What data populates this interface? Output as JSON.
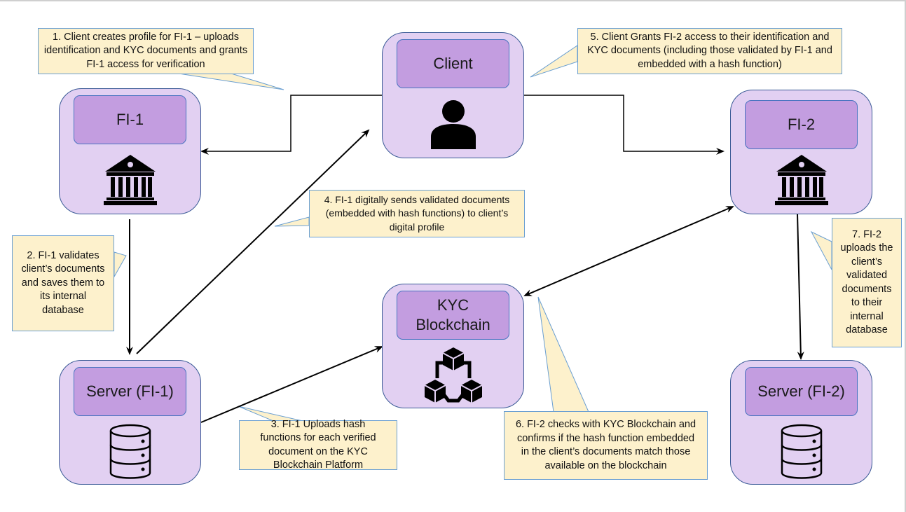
{
  "diagram": {
    "type": "process-flow",
    "nodes": {
      "client": {
        "label": "Client",
        "icon": "person-icon"
      },
      "fi1": {
        "label": "FI-1",
        "icon": "bank-icon"
      },
      "fi2": {
        "label": "FI-2",
        "icon": "bank-icon"
      },
      "server_fi1": {
        "label": "Server (FI-1)",
        "icon": "database-icon"
      },
      "server_fi2": {
        "label": "Server (FI-2)",
        "icon": "database-icon"
      },
      "blockchain": {
        "label": "KYC Blockchain",
        "icon": "blockchain-icon"
      }
    },
    "edges": [
      {
        "from": "Client",
        "to": "FI-1",
        "style": "elbow",
        "direction": "one-way"
      },
      {
        "from": "Client",
        "to": "FI-2",
        "style": "elbow",
        "direction": "one-way"
      },
      {
        "from": "FI-1",
        "to": "Server (FI-1)",
        "style": "straight",
        "direction": "one-way"
      },
      {
        "from": "Server (FI-1)",
        "to": "Client",
        "style": "straight",
        "direction": "one-way"
      },
      {
        "from": "Server (FI-1)",
        "to": "KYC Blockchain",
        "style": "straight",
        "direction": "one-way"
      },
      {
        "from": "FI-2",
        "to": "KYC Blockchain",
        "style": "straight",
        "direction": "two-way"
      },
      {
        "from": "FI-2",
        "to": "Server (FI-2)",
        "style": "straight",
        "direction": "one-way"
      }
    ],
    "callouts": {
      "step1": "1. Client creates profile for FI-1 – uploads identification and KYC documents and grants FI-1 access for verification",
      "step2": "2. FI-1 validates client’s documents and saves them to its internal database",
      "step3": "3. FI-1 Uploads hash functions for each verified document on the KYC Blockchain Platform",
      "step4": "4. FI-1 digitally sends validated documents (embedded with hash functions) to client’s digital profile",
      "step5": "5. Client Grants FI-2 access to their identification and KYC documents (including those validated by FI-1 and embedded with a hash function)",
      "step6": "6. FI-2 checks with KYC Blockchain and confirms if the hash function embedded in the client’s documents match those available on the blockchain",
      "step7": "7. FI-2 uploads the client’s validated documents to their internal database"
    },
    "colors": {
      "node_fill": "#e2d0f2",
      "node_border": "#3a5a96",
      "title_fill": "#c39de0",
      "title_border": "#4a74c0",
      "callout_fill": "#fdf1cc",
      "callout_border": "#6a9fd2",
      "connector": "#000000"
    }
  }
}
